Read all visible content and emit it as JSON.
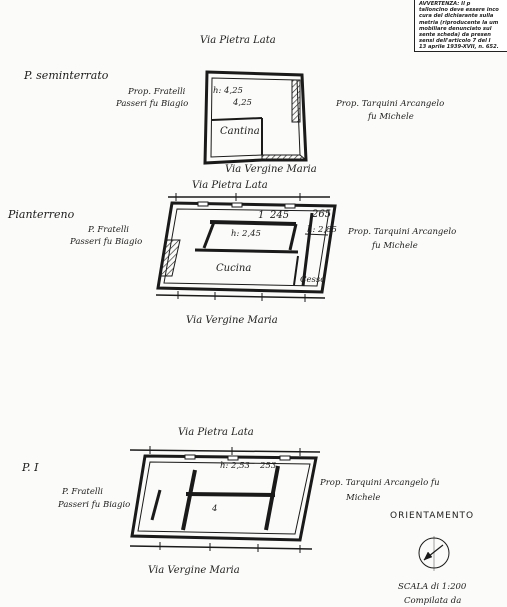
{
  "notice": {
    "lines": [
      "AVVERTENZA: Il p",
      "tallonclno deve essere inco",
      "cura del dichiarante sulla",
      "metria (riproducente la um",
      "mobiliare denunciato sul",
      "sente scheda) da presen",
      "sensi dell'articolo 7 del I",
      "13 aprile 1939-XVII, n. 652."
    ]
  },
  "basement": {
    "level_label": "P. seminterrato",
    "street_top": "Via Pietra Lata",
    "street_bottom": "Via Vergine Maria",
    "owner_left_1": "Prop. Fratelli",
    "owner_left_2": "Passeri fu Biagio",
    "owner_right_1": "Prop. Tarquini Arcangelo",
    "owner_right_2": "fu Michele",
    "height_label": "h: 4,25",
    "height_value": "4,25",
    "room_label": "Cantina"
  },
  "ground": {
    "level_label": "Pianterreno",
    "street_top": "Via Pietra Lata",
    "street_bottom": "Via Vergine Maria",
    "owner_left_1": "P. Fratelli",
    "owner_left_2": "Passeri fu Biagio",
    "owner_right_1": "Prop. Tarquini Arcangelo",
    "owner_right_2": "fu Michele",
    "height_label": "h: 2,45",
    "height_right": "h: 2,85",
    "num_1": "1",
    "num_2": "245",
    "num_3": "265",
    "room_label": "Cucina",
    "small_room_label": "Cesso"
  },
  "first": {
    "level_label": "P. I",
    "street_top": "Via Pietra Lata",
    "street_bottom": "Via Vergine Maria",
    "owner_left_1": "P. Fratelli",
    "owner_left_2": "Passeri fu Biagio",
    "owner_right_1": "Prop. Tarquini Arcangelo fu",
    "owner_right_2": "Michele",
    "height_label": "h: 2,53",
    "height_right": "253",
    "room_num": "4"
  },
  "legend": {
    "orientation": "ORIENTAMENTO",
    "scale": "SCALA di 1:200",
    "compiled": "Compilata da"
  }
}
